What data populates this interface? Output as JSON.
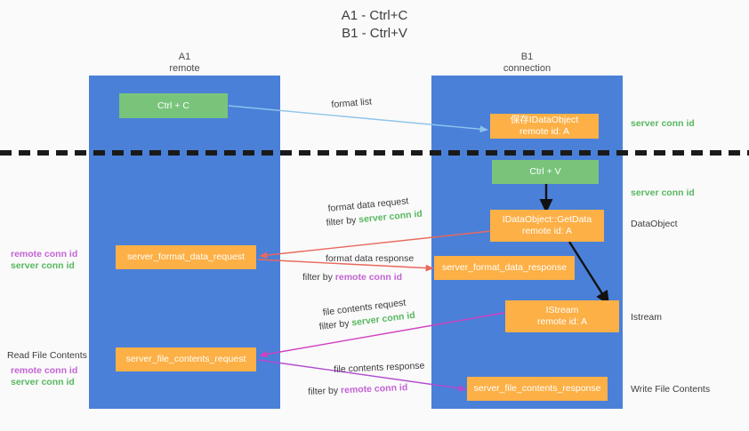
{
  "title": {
    "line1": "A1 - Ctrl+C",
    "line2": "B1 - Ctrl+V"
  },
  "lanes": [
    {
      "id": "a1",
      "name": "A1",
      "role": "remote"
    },
    {
      "id": "b1",
      "name": "B1",
      "role": "connection"
    }
  ],
  "boxes": {
    "ctrl_c": "Ctrl + C",
    "save_idataobject": "保存IDataObject\nremote id: A",
    "ctrl_v": "Ctrl + V",
    "getdata": "IDataObject::GetData\nremote id: A",
    "server_format_data_request": "server_format_data_request",
    "server_format_data_response": "server_format_data_response",
    "istream": "IStream\nremote id: A",
    "server_file_contents_request": "server_file_contents_request",
    "server_file_contents_response": "server_file_contents_response"
  },
  "flows": {
    "format_list": "format list",
    "format_data_request": "format data request",
    "format_data_request_filter_prefix": "filter by ",
    "format_data_request_filter_key": "server conn id",
    "format_data_response": "format data response",
    "format_data_response_filter_prefix": "filter by ",
    "format_data_response_filter_key": "remote conn id",
    "file_contents_request": "file contents request",
    "file_contents_request_filter_prefix": "filter by ",
    "file_contents_request_filter_key": "server conn id",
    "file_contents_response": "file contents response",
    "file_contents_response_filter_prefix": "filter by ",
    "file_contents_response_filter_key": "remote conn id"
  },
  "right_labels": {
    "server_conn_id_top": "server conn id",
    "server_conn_id_mid": "server conn id",
    "dataobject": "DataObject",
    "istream": "Istream",
    "write_file_contents": "Write File Contents"
  },
  "left_labels": {
    "remote_conn_id_a": "remote conn id",
    "server_conn_id_a": "server conn id",
    "read_file_contents": "Read File Contents",
    "remote_conn_id_b": "remote conn id",
    "server_conn_id_b": "server conn id"
  },
  "colors": {
    "lane": "#4a80d8",
    "box_green": "#79c47b",
    "box_orange": "#fcb046",
    "accent_green": "#57b860",
    "accent_purple": "#c463d6",
    "arrow_lightblue": "#8ec5ea",
    "arrow_red": "#e8685d",
    "arrow_magenta": "#d040c0",
    "arrow_purple": "#b050d0",
    "arrow_black": "#111111",
    "background": "#fafafa"
  }
}
